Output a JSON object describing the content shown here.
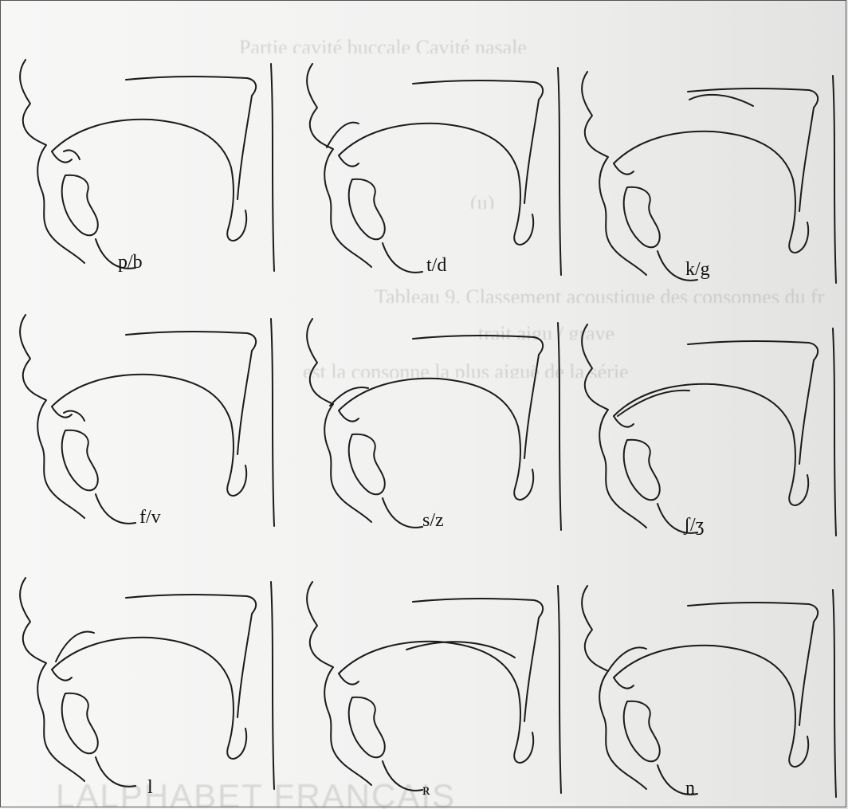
{
  "panels": [
    {
      "id": "p-b",
      "label": "p/b"
    },
    {
      "id": "t-d",
      "label": "t/d"
    },
    {
      "id": "k-g",
      "label": "k/g"
    },
    {
      "id": "f-v",
      "label": "f/v"
    },
    {
      "id": "s-z",
      "label": "s/z"
    },
    {
      "id": "sh-zh",
      "label": "ʃ/ʒ"
    },
    {
      "id": "l",
      "label": "l"
    },
    {
      "id": "r",
      "label": "ʀ"
    },
    {
      "id": "n",
      "label": "n"
    }
  ],
  "background_text": {
    "lines": [
      "Partie cavité buccale   Cavité nasale",
      "(u)",
      "Tableau 9. Classement acoustique des consonnes du fr",
      "trait aigu / grave",
      "est la consonne la plus aiguë de la série",
      "LALPHABET FRANÇAIS"
    ]
  },
  "colors": {
    "ink": "#1b1b1b",
    "paper": "#f2f2f1",
    "bleed": "#9a9a99"
  }
}
